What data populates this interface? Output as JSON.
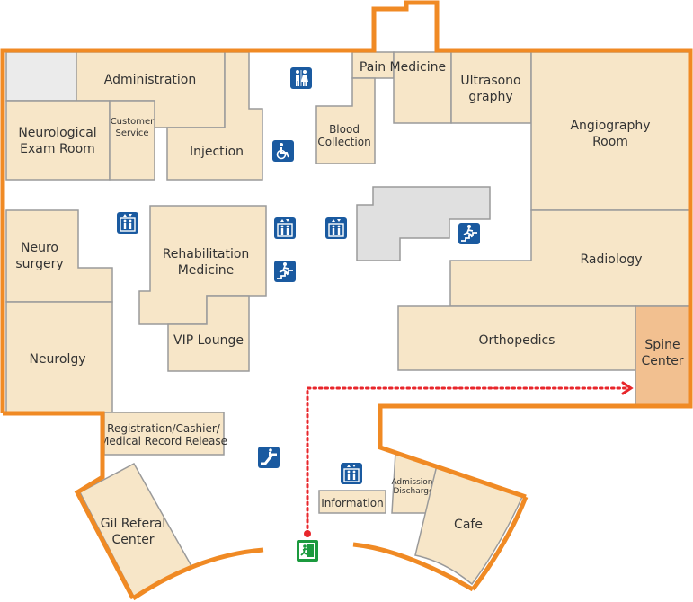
{
  "colors": {
    "wall": "#f08a24",
    "room": "#f7e6c8",
    "highlight_room": "#f2c090",
    "route": "#e8262b",
    "icon_blue": "#1a5aa0",
    "exit_green": "#1b9a3e"
  },
  "rooms": {
    "administration": "Administration",
    "pain_medicine": "Pain Medicine",
    "ultrasonography_1": "Ultrasono",
    "ultrasonography_2": "graphy",
    "neuro_exam_1": "Neurological",
    "neuro_exam_2": "Exam Room",
    "customer_service_1": "Customer",
    "customer_service_2": "Service",
    "injection": "Injection",
    "blood_collection_1": "Blood",
    "blood_collection_2": "Collection",
    "angiography_1": "Angiography",
    "angiography_2": "Room",
    "neurosurgery_1": "Neuro",
    "neurosurgery_2": "surgery",
    "rehab_1": "Rehabilitation",
    "rehab_2": "Medicine",
    "radiology": "Radiology",
    "vip_lounge": "VIP Lounge",
    "orthopedics": "Orthopedics",
    "spine_center_1": "Spine",
    "spine_center_2": "Center",
    "neurology": "Neurolgy",
    "registration_1": "Registration/Cashier/",
    "registration_2": "Medical Record Release",
    "gil_referral_1": "Gil Referal",
    "gil_referral_2": "Center",
    "information": "Information",
    "admission_1": "Admission/",
    "admission_2": "Discharge",
    "cafe": "Cafe"
  },
  "icons": {
    "restroom": "restroom-icon",
    "wheelchair": "wheelchair-icon",
    "elevator": "elevator-icon",
    "stairs": "stairs-icon",
    "escalator": "escalator-icon",
    "emergency_exit": "emergency-exit-icon"
  }
}
